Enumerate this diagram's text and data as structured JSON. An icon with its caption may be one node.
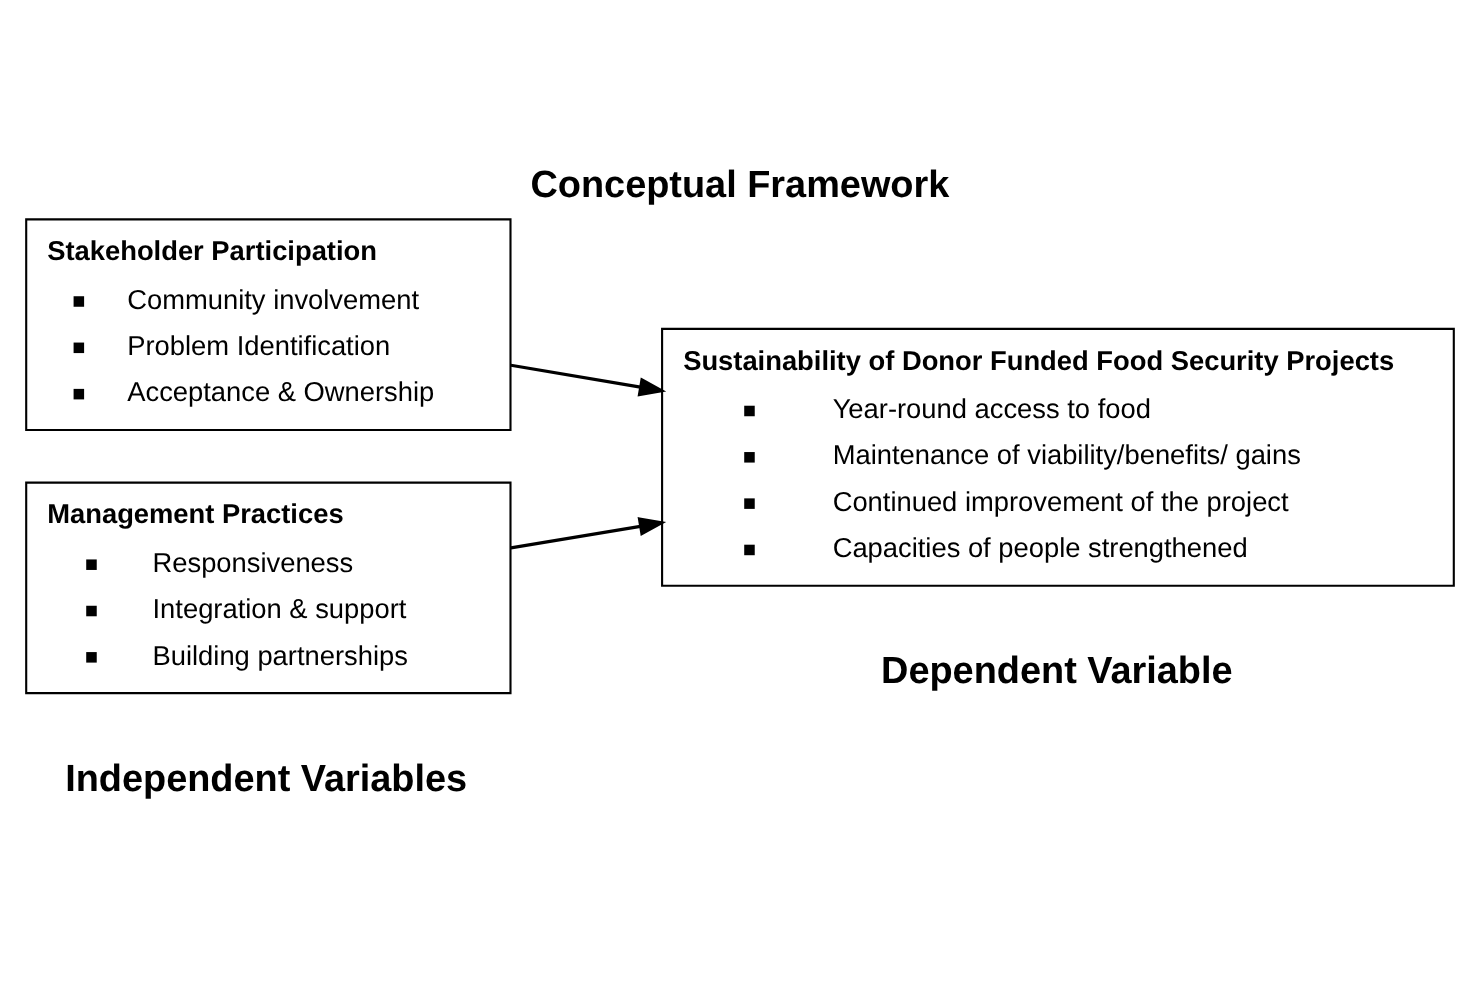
{
  "diagram": {
    "title": "Conceptual Framework",
    "nodes": [
      {
        "text": [
          "Stakeholder Participation",
          "Community involvement",
          "Problem Identification",
          "Acceptance & Ownership"
        ]
      },
      {
        "text": [
          "Management Practices",
          "Responsiveness",
          "Integration & support",
          "Building partnerships"
        ]
      },
      {
        "text": [
          "Sustainability of Donor Funded Food Security Projects",
          "Year-round access to food",
          "Maintenance of viability/benefits/ gains",
          "Continued improvement of the project",
          "Capacities of people strengthened"
        ]
      }
    ],
    "edges": [
      {
        "from": 0,
        "to": 2,
        "arrow": "to"
      },
      {
        "from": 1,
        "to": 2,
        "arrow": "to"
      }
    ],
    "labels": [
      "Independent Variables",
      "Dependent Variable"
    ]
  }
}
